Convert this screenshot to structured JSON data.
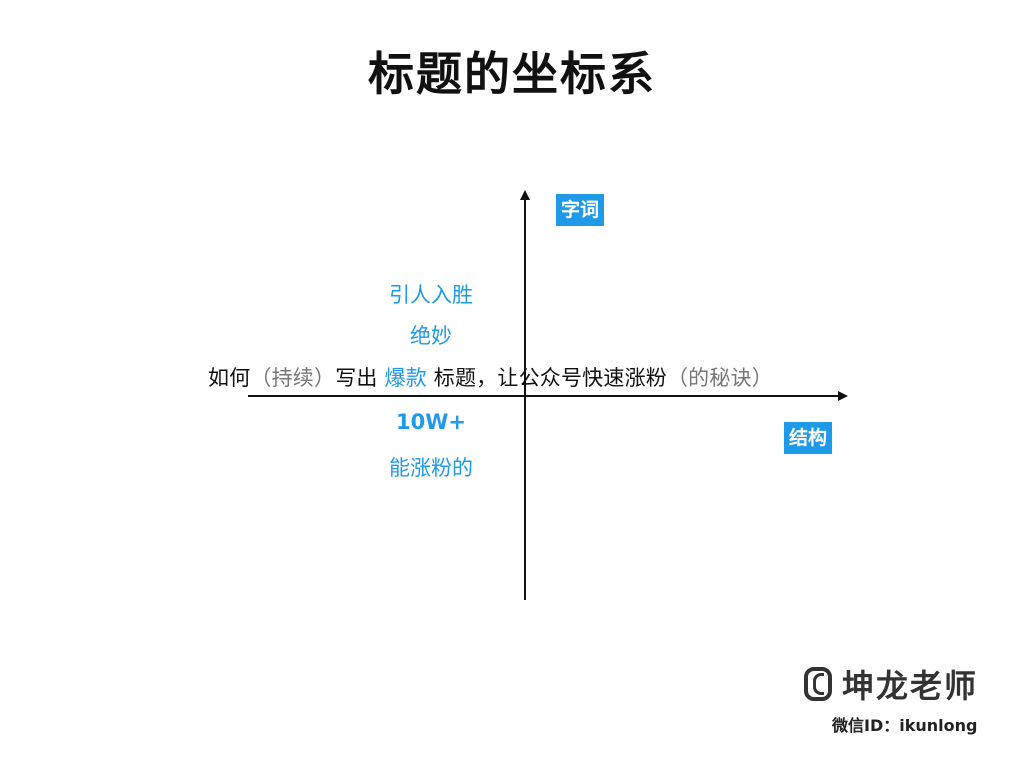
{
  "title": "标题的坐标系",
  "axes": {
    "y_label": "字词",
    "x_label": "结构"
  },
  "words": {
    "top1": "引人入胜",
    "top2": "绝妙",
    "bottom1": "10W+",
    "bottom2": "能涨粉的"
  },
  "headline": {
    "p1": "如何",
    "p2": "（持续）",
    "p3": "写出 ",
    "p4": "爆款",
    "p5": " 标题，让公众号快速涨粉",
    "p6": "（的秘诀）"
  },
  "brand": {
    "name": "坤龙老师",
    "wechat": "微信ID：ikunlong"
  },
  "colors": {
    "accent": "#1f9ae8",
    "text": "#111111",
    "muted": "#777777"
  }
}
